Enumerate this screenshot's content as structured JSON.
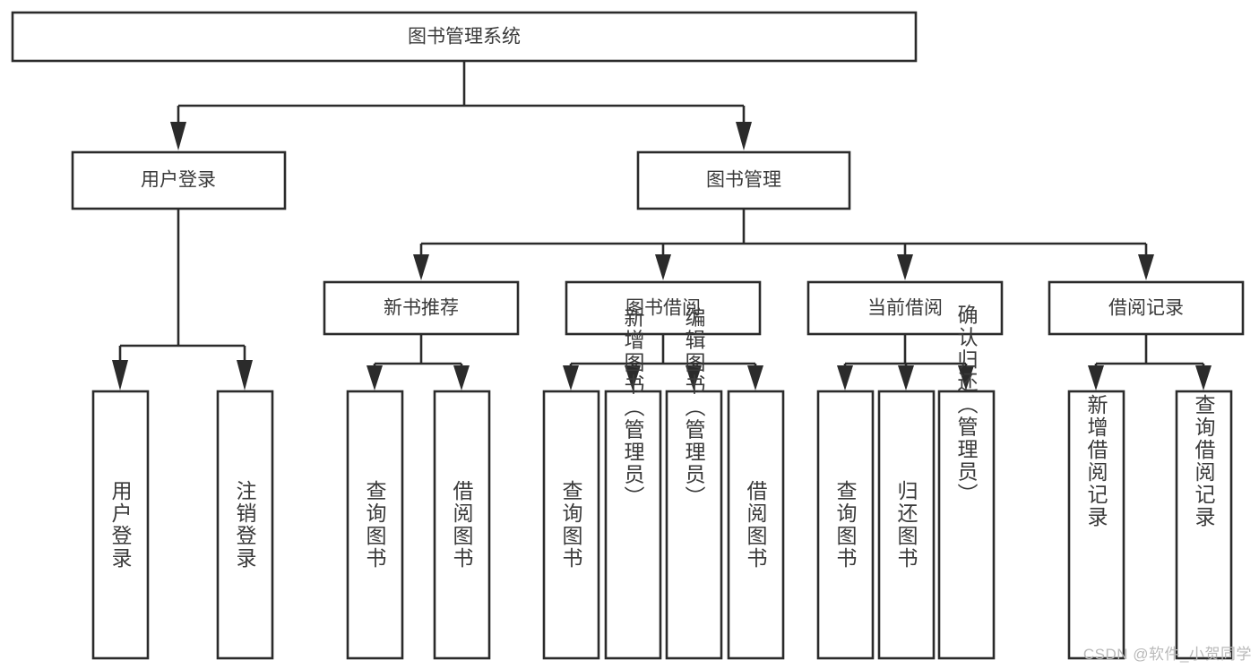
{
  "diagram": {
    "title": "图书管理系统",
    "type": "tree",
    "orientation": "top-down",
    "colors": {
      "box_stroke": "#2b2b2b",
      "box_fill": "#ffffff",
      "text": "#3a3a3a",
      "connector": "#2b2b2b",
      "background": "#ffffff",
      "watermark": "#b9b9b9"
    },
    "root": {
      "label": "图书管理系统"
    },
    "level2": [
      {
        "label": "用户登录"
      },
      {
        "label": "图书管理"
      }
    ],
    "level3": [
      {
        "label": "新书推荐"
      },
      {
        "label": "图书借阅"
      },
      {
        "label": "当前借阅"
      },
      {
        "label": "借阅记录"
      }
    ],
    "leaves": {
      "user_login": [
        {
          "label": "用户登录"
        },
        {
          "label": "注销登录"
        }
      ],
      "new_book_recommend": [
        {
          "label": "查询图书"
        },
        {
          "label": "借阅图书"
        }
      ],
      "book_borrow": [
        {
          "label": "查询图书"
        },
        {
          "label": "新增图书（管理员）"
        },
        {
          "label": "编辑图书（管理员）"
        },
        {
          "label": "借阅图书"
        }
      ],
      "current_borrow": [
        {
          "label": "查询图书"
        },
        {
          "label": "归还图书"
        },
        {
          "label": "确认归还（管理员）"
        }
      ],
      "borrow_record": [
        {
          "label": "新增借阅记录"
        },
        {
          "label": "查询借阅记录"
        }
      ]
    }
  },
  "watermark": {
    "text": "CSDN @软件_小贺同学"
  }
}
